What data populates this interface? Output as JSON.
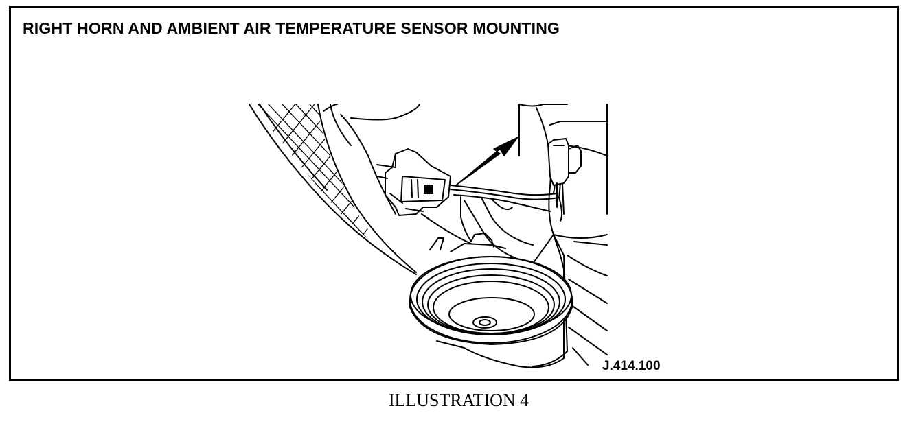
{
  "figure": {
    "title": "RIGHT HORN AND AMBIENT AIR TEMPERATURE SENSOR MOUNTING",
    "reference_code": "J.414.100",
    "caption": "ILLUSTRATION 4"
  }
}
